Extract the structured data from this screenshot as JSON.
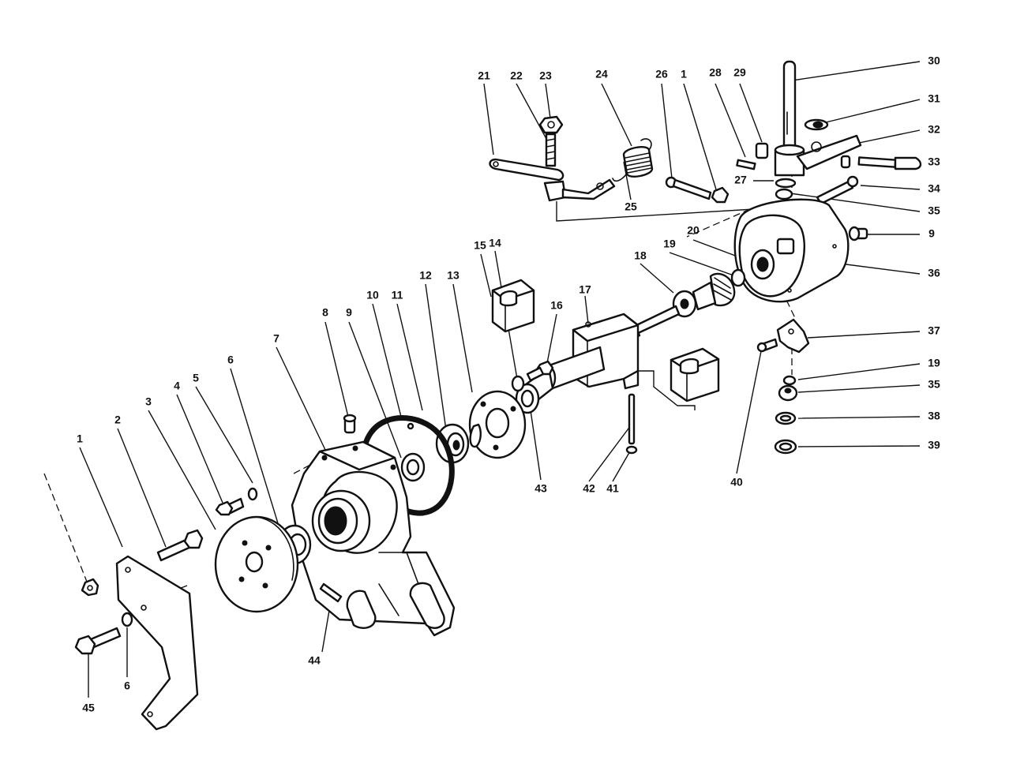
{
  "callouts": [
    {
      "id": "c21",
      "label": "21"
    },
    {
      "id": "c22",
      "label": "22"
    },
    {
      "id": "c23",
      "label": "23"
    },
    {
      "id": "c24",
      "label": "24"
    },
    {
      "id": "c25",
      "label": "25"
    },
    {
      "id": "c26",
      "label": "26"
    },
    {
      "id": "c1a",
      "label": "1"
    },
    {
      "id": "c28",
      "label": "28"
    },
    {
      "id": "c29",
      "label": "29"
    },
    {
      "id": "c30",
      "label": "30"
    },
    {
      "id": "c31",
      "label": "31"
    },
    {
      "id": "c32",
      "label": "32"
    },
    {
      "id": "c33",
      "label": "33"
    },
    {
      "id": "c27",
      "label": "27"
    },
    {
      "id": "c34",
      "label": "34"
    },
    {
      "id": "c35a",
      "label": "35"
    },
    {
      "id": "c9a",
      "label": "9"
    },
    {
      "id": "c20",
      "label": "20"
    },
    {
      "id": "c36",
      "label": "36"
    },
    {
      "id": "c19a",
      "label": "19"
    },
    {
      "id": "c18",
      "label": "18"
    },
    {
      "id": "c15",
      "label": "15"
    },
    {
      "id": "c14",
      "label": "14"
    },
    {
      "id": "c13",
      "label": "13"
    },
    {
      "id": "c12",
      "label": "12"
    },
    {
      "id": "c11",
      "label": "11"
    },
    {
      "id": "c10",
      "label": "10"
    },
    {
      "id": "c9b",
      "label": "9"
    },
    {
      "id": "c8",
      "label": "8"
    },
    {
      "id": "c7",
      "label": "7"
    },
    {
      "id": "c6a",
      "label": "6"
    },
    {
      "id": "c5",
      "label": "5"
    },
    {
      "id": "c4",
      "label": "4"
    },
    {
      "id": "c3",
      "label": "3"
    },
    {
      "id": "c2",
      "label": "2"
    },
    {
      "id": "c1b",
      "label": "1"
    },
    {
      "id": "c16",
      "label": "16"
    },
    {
      "id": "c17",
      "label": "17"
    },
    {
      "id": "c37",
      "label": "37"
    },
    {
      "id": "c19b",
      "label": "19"
    },
    {
      "id": "c35b",
      "label": "35"
    },
    {
      "id": "c38",
      "label": "38"
    },
    {
      "id": "c39",
      "label": "39"
    },
    {
      "id": "c40",
      "label": "40"
    },
    {
      "id": "c43",
      "label": "43"
    },
    {
      "id": "c42",
      "label": "42"
    },
    {
      "id": "c41",
      "label": "41"
    },
    {
      "id": "c44",
      "label": "44"
    },
    {
      "id": "c45",
      "label": "45"
    },
    {
      "id": "c6b",
      "label": "6"
    }
  ]
}
